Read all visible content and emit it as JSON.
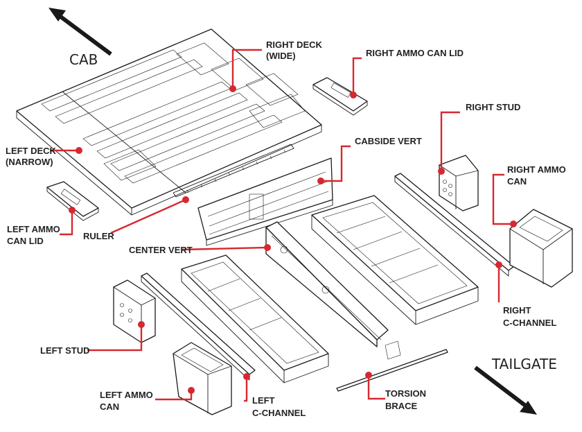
{
  "colors": {
    "leader": "#d7282f",
    "line": "#1a1a1a",
    "text": "#222222",
    "background": "#ffffff"
  },
  "directions": {
    "cab": "CAB",
    "tailgate": "TAILGATE"
  },
  "labels": {
    "right_deck": [
      "RIGHT DECK",
      "(WIDE)"
    ],
    "right_ammo_can_lid": [
      "RIGHT AMMO CAN LID"
    ],
    "right_stud": [
      "RIGHT STUD"
    ],
    "cabside_vert": [
      "CABSIDE VERT"
    ],
    "right_ammo_can": [
      "RIGHT AMMO",
      "CAN"
    ],
    "left_deck": [
      "LEFT DECK",
      "(NARROW)"
    ],
    "left_ammo_can_lid": [
      "LEFT AMMO",
      "CAN LID"
    ],
    "ruler": [
      "RULER"
    ],
    "center_vert": [
      "CENTER VERT"
    ],
    "right_c_channel": [
      "RIGHT",
      "C-CHANNEL"
    ],
    "left_stud": [
      "LEFT STUD"
    ],
    "left_ammo_can": [
      "LEFT AMMO",
      "CAN"
    ],
    "left_c_channel": [
      "LEFT",
      "C-CHANNEL"
    ],
    "torsion_brace": [
      "TORSION",
      "BRACE"
    ]
  }
}
